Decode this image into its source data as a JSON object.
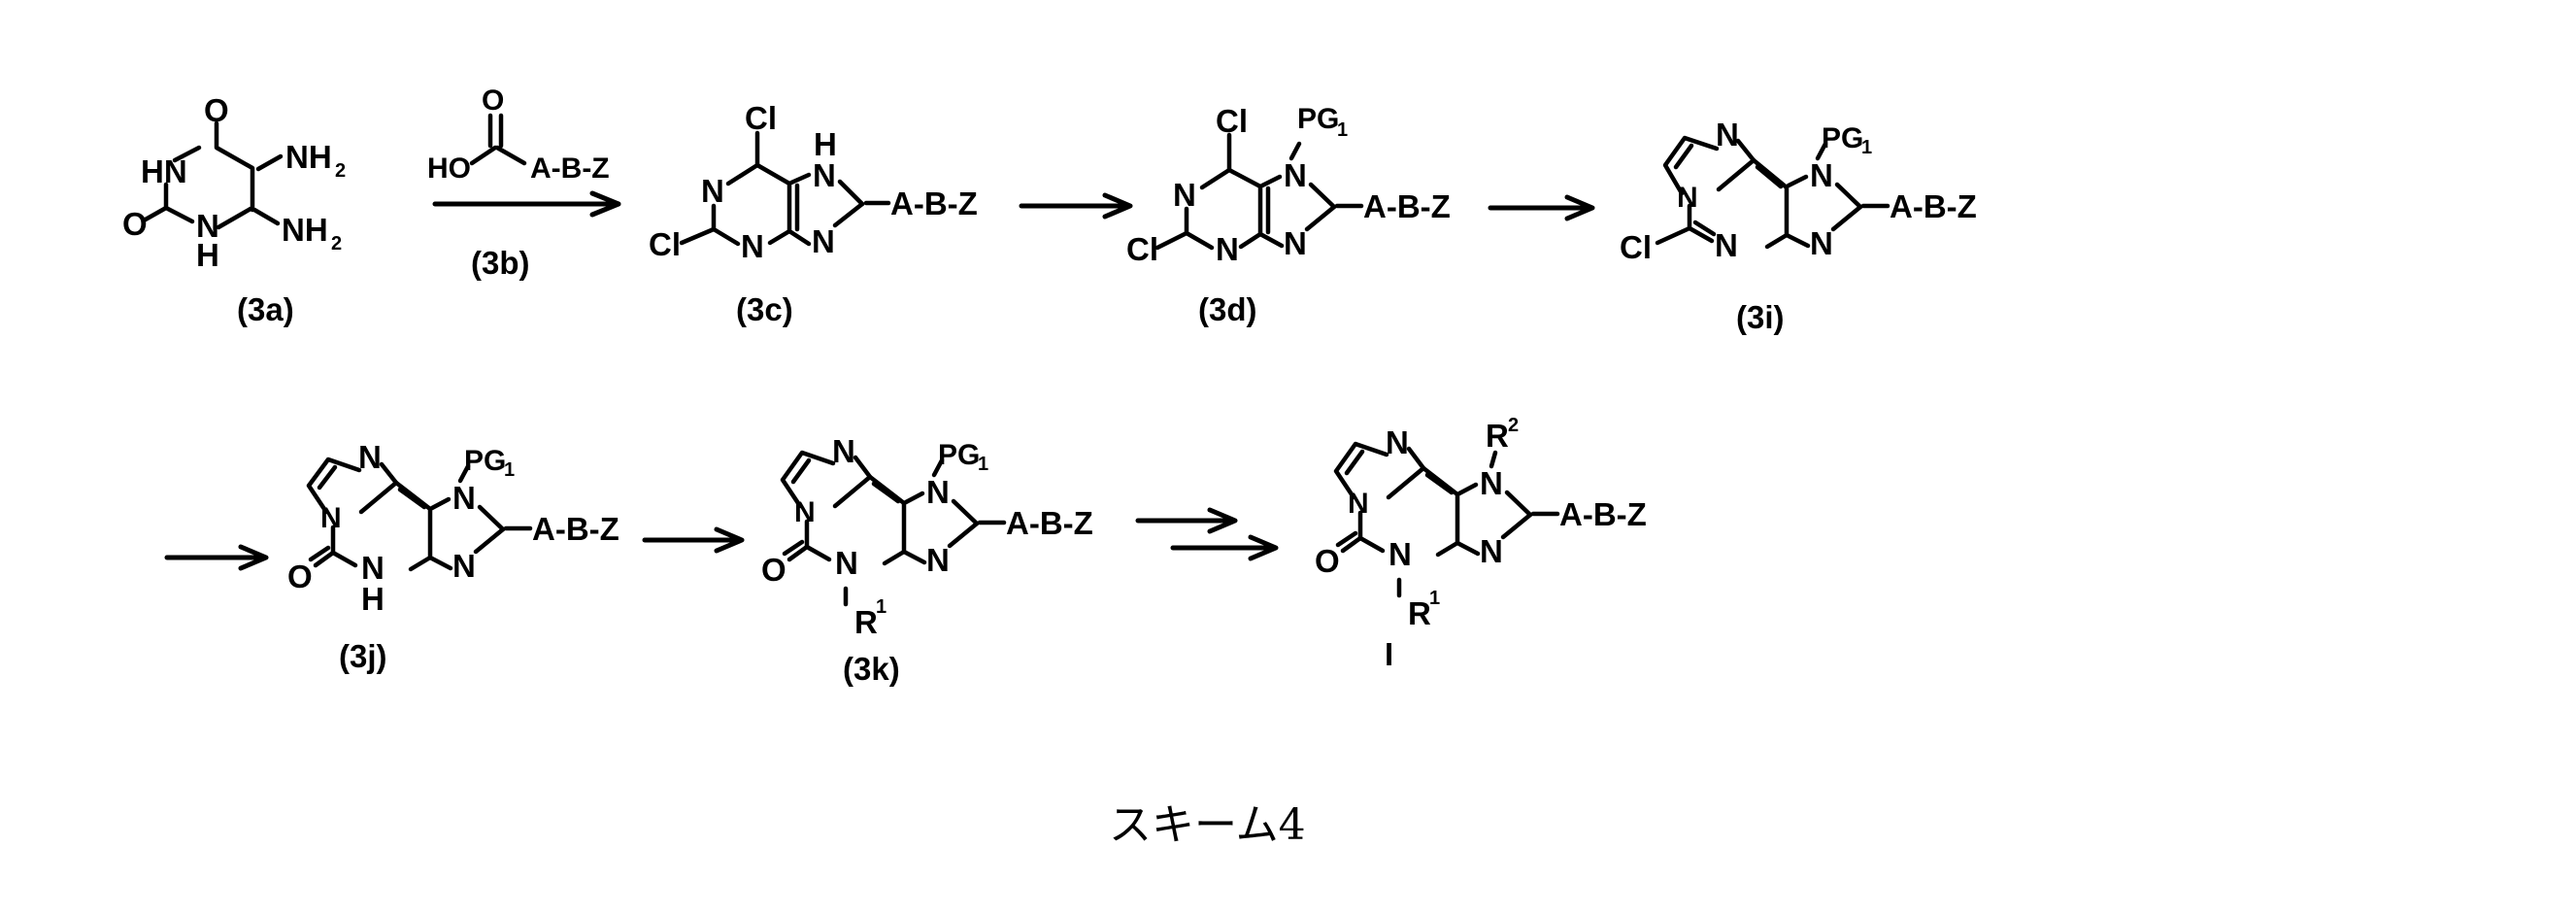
{
  "caption": "スキーム4",
  "compounds": {
    "c3a": {
      "label": "(3a)",
      "atoms": {
        "o_top": "O",
        "hn": "HN",
        "nh2_a": "NH",
        "o_left": "O",
        "n_bot": "N",
        "h_bot": "H",
        "nh2_b": "NH",
        "sub2": "2"
      }
    },
    "c3b": {
      "label": "(3b)",
      "atoms": {
        "o": "O",
        "ho": "HO",
        "abz": "A-B-Z"
      }
    },
    "c3c": {
      "label": "(3c)",
      "atoms": {
        "cl_top": "Cl",
        "n_left": "N",
        "h": "H",
        "n_h": "N",
        "cl_left": "Cl",
        "n_bot": "N",
        "n_right": "N",
        "abz": "A-B-Z"
      }
    },
    "c3d": {
      "label": "(3d)",
      "atoms": {
        "cl_top": "Cl",
        "pg": "PG",
        "pg_sub": "1",
        "n_left": "N",
        "n_pg": "N",
        "cl_left": "Cl",
        "n_bot": "N",
        "n_right": "N",
        "abz": "A-B-Z"
      }
    },
    "c3i": {
      "label": "(3i)",
      "atoms": {
        "n_im": "N",
        "pg": "PG",
        "pg_sub": "1",
        "n_pg": "N",
        "n_bridge": "N",
        "cl": "Cl",
        "n_bot": "N",
        "n_right": "N",
        "abz": "A-B-Z"
      }
    },
    "c3j": {
      "label": "(3j)",
      "atoms": {
        "n_im": "N",
        "pg": "PG",
        "pg_sub": "1",
        "n_pg": "N",
        "n_bridge": "N",
        "o": "O",
        "n_bot": "N",
        "h": "H",
        "n_right": "N",
        "abz": "A-B-Z"
      }
    },
    "c3k": {
      "label": "(3k)",
      "atoms": {
        "n_im": "N",
        "pg": "PG",
        "pg_sub": "1",
        "n_pg": "N",
        "n_bridge": "N",
        "o": "O",
        "n_bot": "N",
        "r": "R",
        "r_sup": "1",
        "n_right": "N",
        "abz": "A-B-Z"
      }
    },
    "cI": {
      "label": "I",
      "atoms": {
        "n_im": "N",
        "r2": "R",
        "r2_sup": "2",
        "n_r": "N",
        "n_bridge": "N",
        "o": "O",
        "n_bot": "N",
        "r1": "R",
        "r1_sup": "1",
        "n_right": "N",
        "abz": "A-B-Z"
      }
    }
  }
}
